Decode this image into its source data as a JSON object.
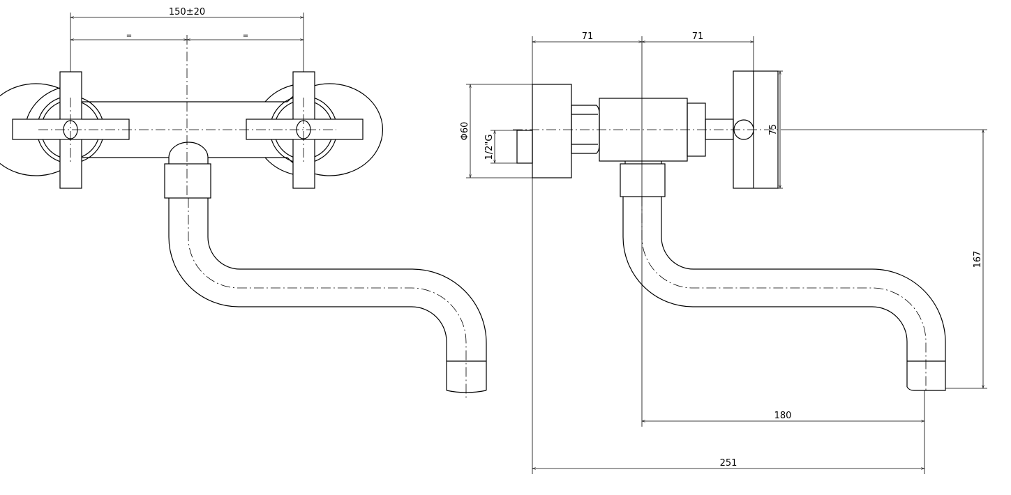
{
  "front_view": {
    "dim_overall": "150±20",
    "dim_equal_left": "=",
    "dim_equal_right": "="
  },
  "side_view": {
    "dim_wall_to_center": "71",
    "dim_center_to_handle": "71",
    "dim_diameter": "Φ60",
    "dim_thread": "1/2\"G",
    "dim_handle_height": "75",
    "dim_spout_height": "167",
    "dim_spout_reach": "180",
    "dim_total_depth": "251"
  }
}
